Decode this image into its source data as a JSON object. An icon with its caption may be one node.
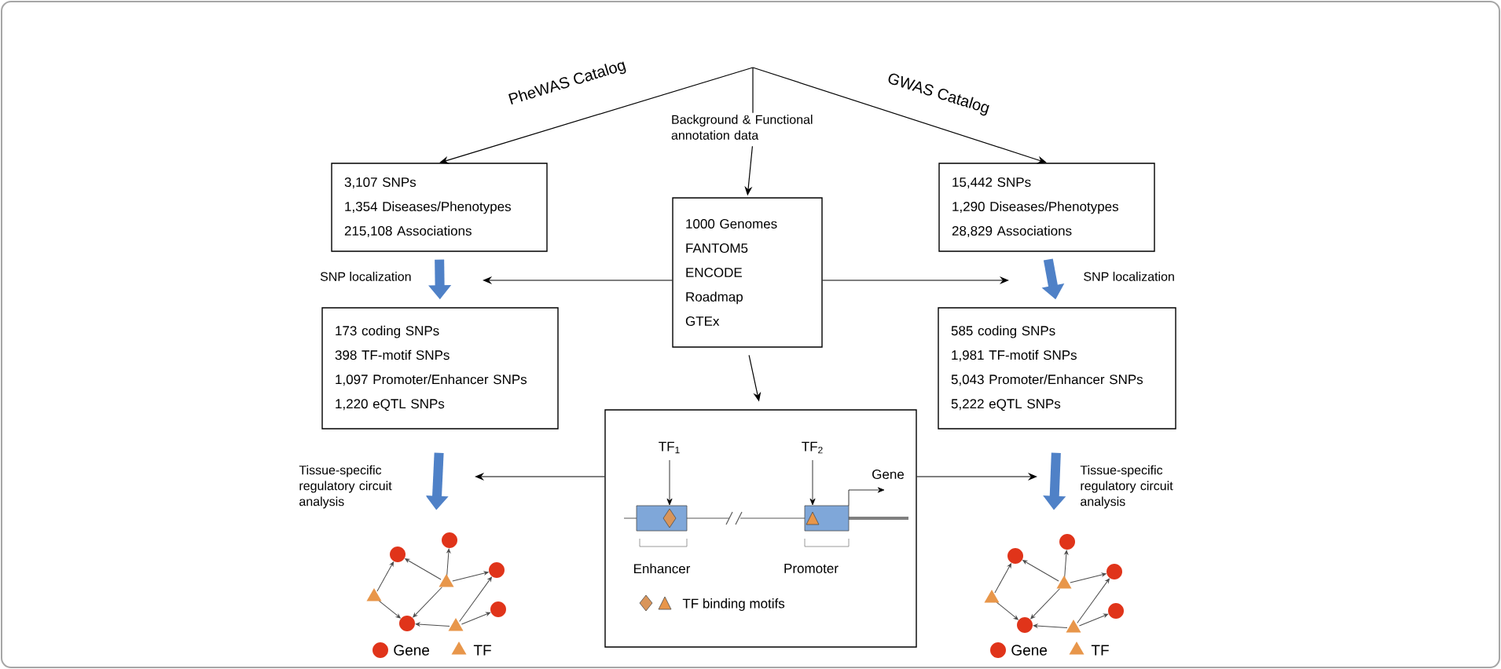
{
  "diagram": {
    "nodes": [
      {
        "text": [
          "3,107 SNPs",
          "1,354 Diseases/Phenotypes",
          "215,108 Associations"
        ]
      },
      {
        "text": [
          "Background & Functional annotation data"
        ]
      },
      {
        "text": [
          "15,442 SNPs",
          "1,290 Diseases/Phenotypes",
          "28,829 Associations"
        ]
      },
      {
        "text": [
          "1000 Genomes",
          "FANTOM5",
          "ENCODE",
          "Roadmap",
          "GTEx"
        ]
      },
      {
        "text": [
          "173 coding SNPs",
          "398 TF-motif SNPs",
          "1,097 Promoter/Enhancer SNPs",
          "1,220 eQTL SNPs"
        ]
      },
      {
        "text": [
          "585 coding SNPs",
          "1,981 TF-motif SNPs",
          "5,043 Promoter/Enhancer SNPs",
          "5,222 eQTL SNPs"
        ]
      },
      {
        "text": [
          "TF$_{1}$",
          "TF$_{2}$",
          "Gene",
          "Enhancer",
          "Promoter",
          "TF binding motifs"
        ]
      },
      {
        "text": [],
        "shape": "picture",
        "beside": [
          "Gene",
          "TF"
        ]
      },
      {
        "text": [],
        "shape": "picture",
        "beside": [
          "Gene",
          "TF"
        ]
      }
    ],
    "edges": [
      {
        "from": null,
        "to": 0,
        "arrow": "to",
        "label": "PheWAS Catalog"
      },
      {
        "from": null,
        "to": 1,
        "arrow": "none"
      },
      {
        "from": null,
        "to": 2,
        "arrow": "to",
        "label": "GWAS Catalog"
      },
      {
        "from": 1,
        "to": 3,
        "arrow": "to"
      },
      {
        "from": 0,
        "to": 4,
        "arrow": "to",
        "style": "thick",
        "color": "#4f81c7",
        "label": "SNP localization"
      },
      {
        "from": 2,
        "to": 5,
        "arrow": "to",
        "style": "thick",
        "color": "#4f81c7",
        "label": "SNP localization"
      },
      {
        "from": 3,
        "to": null,
        "arrow": "to"
      },
      {
        "from": 3,
        "to": null,
        "arrow": "to"
      },
      {
        "from": 3,
        "to": 6,
        "arrow": "to"
      },
      {
        "from": 4,
        "to": 7,
        "arrow": "to",
        "style": "thick",
        "color": "#4f81c7",
        "label": "Tissue-specific regulatory circuit analysis"
      },
      {
        "from": 5,
        "to": 8,
        "arrow": "to",
        "style": "thick",
        "color": "#4f81c7",
        "label": "Tissue-specific regulatory circuit analysis"
      },
      {
        "from": 6,
        "to": null,
        "arrow": "to"
      },
      {
        "from": 6,
        "to": null,
        "arrow": "to"
      }
    ]
  }
}
